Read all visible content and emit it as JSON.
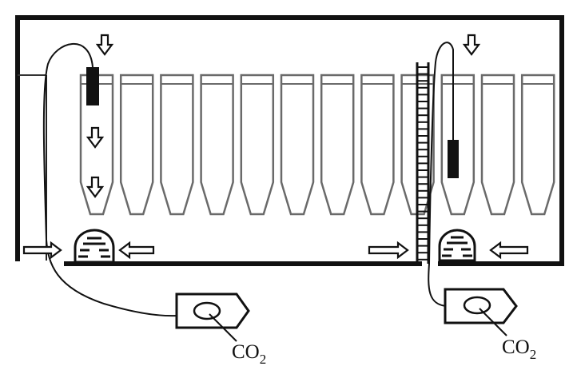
{
  "diagram": {
    "tube_count": 12,
    "sensor_labels": [
      {
        "text": "CO",
        "subscript": "2"
      },
      {
        "text": "CO",
        "subscript": "2"
      }
    ],
    "colors": {
      "ink": "#111111",
      "fill": "#ffffff",
      "tube_stroke": "#6a6a6a"
    }
  }
}
